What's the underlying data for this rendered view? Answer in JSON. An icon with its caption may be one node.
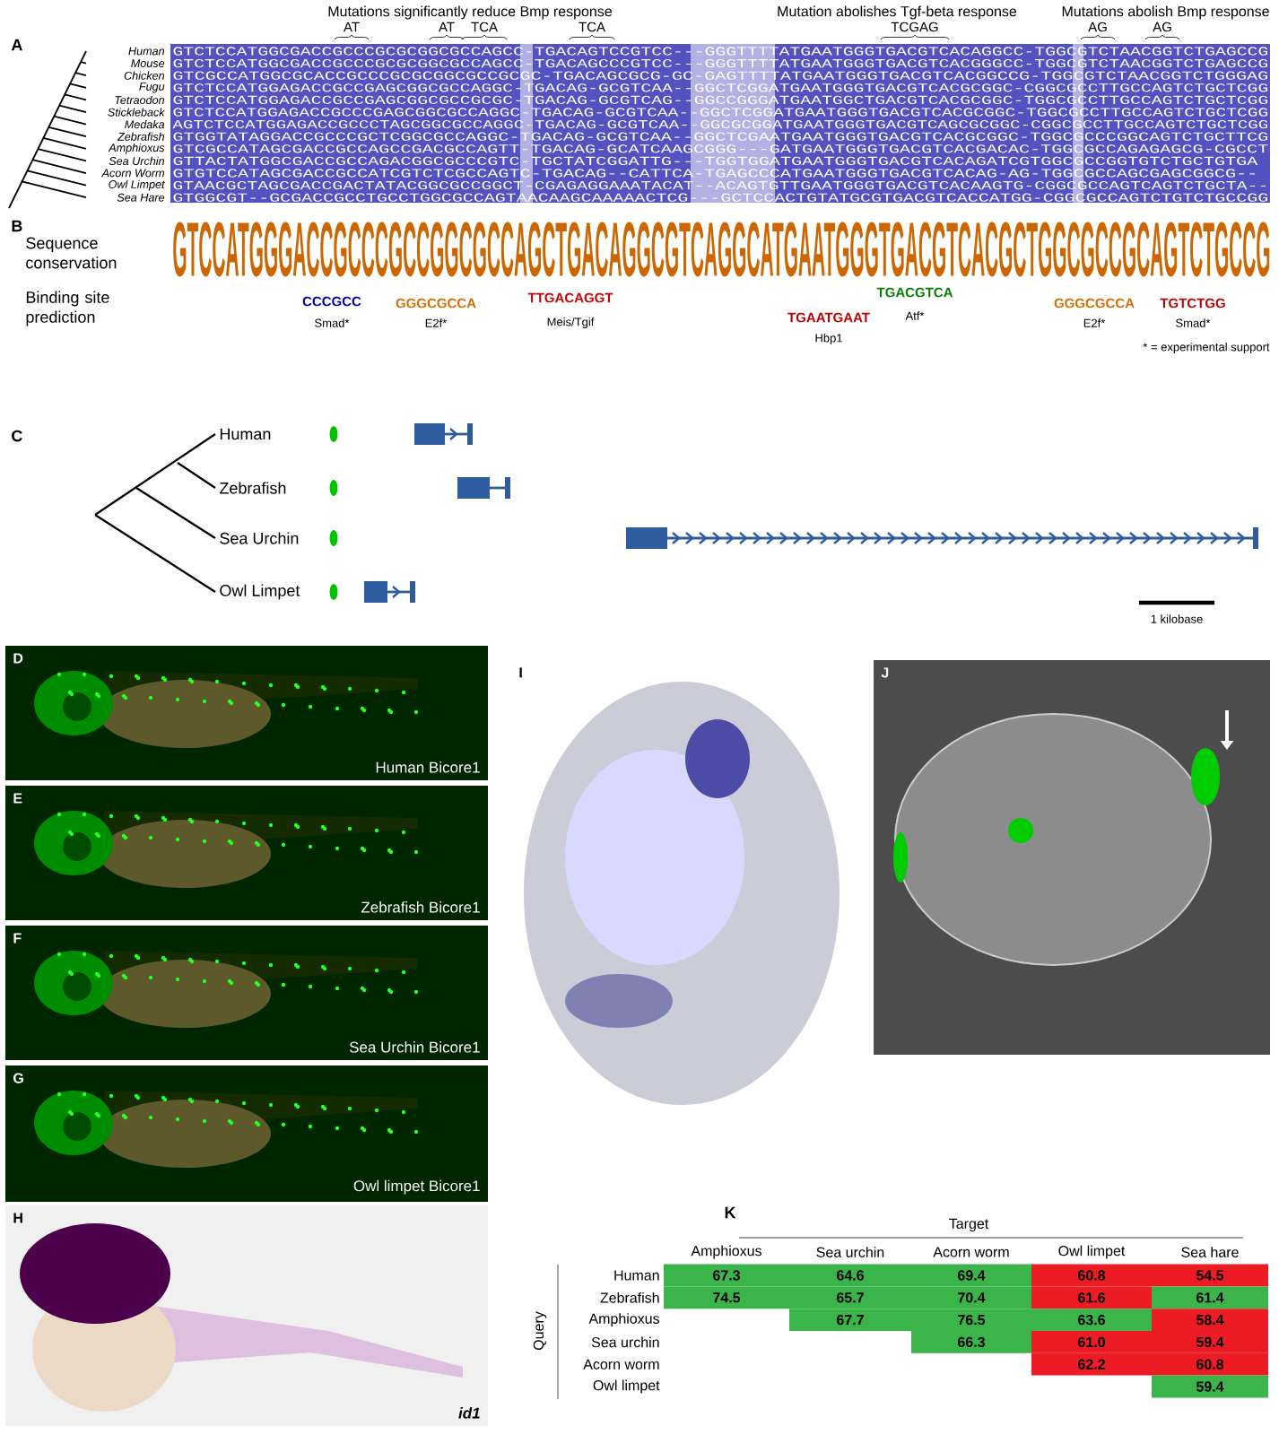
{
  "diagram": {
    "nodes": [
      {
        "text": [
          "D",
          "Human Bicore1"
        ]
      },
      {
        "text": [
          "E",
          "Zebrafish Bicore1"
        ]
      },
      {
        "text": [
          "F",
          "Sea Urchin Bicore1"
        ]
      },
      {
        "text": [
          "G",
          "Owl limpet Bicore1"
        ]
      },
      {
        "text": [
          "H",
          "id1"
        ]
      },
      {
        "text": [
          "I"
        ]
      },
      {
        "text": [
          "J"
        ]
      }
    ],
    "labels": [
      "A",
      "Mutations significantly reduce Bmp response",
      "Mutation abolishes Tgf-beta response",
      "Mutations abolish Bmp response",
      "AT",
      "AT",
      "TCA",
      "TCA",
      "TCGAG",
      "AG",
      "AG",
      "Human",
      "GTCTCCATGGCGACCGCCCGCGCGGCGCCAGCC-TGACAGTCCGTCC---GGGTTTTATGAATGGGTGACGTCACAGGCC-TGGCGTCTAACGGTCTGAGCCG",
      "Mouse",
      "GTCTCCATGGCGACCGCCCGCGCGGCGCCAGCC-TGACAGCCCGTCC---GGGTTTTATGAATGGGTGACGTCACGGGCC-TGGCGTCTAACGGTCTGAGCCG",
      "Chicken",
      "GTCGCCATGGCGCACCGCCCGCGCGGCGCCGCGC-TGACAGCGCG-GC-GAGTTTTATGAATGGGTGACGTCACGGCCG-TGGCGTCTAACGGTCTGGGAG",
      "Fugu",
      "GTCTCCATGGAGACCGCCGAGCGGCGCCAGGC-TGACAG-GCGTCAA--GGCTCGGATGAATGGGTGACGTCACGCGGC-CGGCGCCTTGCCAGTCTGCTCGG",
      "Tetraodon",
      "GTCTCCATGGAGACCGCCGAGCGGCGCCGCGC-TGACAG-GCGTCAG--GGCCGGGATGAATGGCTGACGTCACGCGGC-TGGCGCCTTGCCAGTCTGCTCGG",
      "Stickleback",
      "GTCTCCATGGAGACCGCCCGAGCGGCGCCAGGC-TGACAG-GCGTCAA--GGCTCGGATGAATGGGTGACGTCACGCGGC-TGGCGCCTTGCCAGTCTGCTCGG",
      "Medaka",
      "AGTCTCCATGGAGACCGCCCTAGCGGCGCCAGGC-TGACAG-GCGTCAA--GGCGCGGATGAATGGGTGACGTCAGCGCGGC-CGGCGCCTTGCCAGTCTGCTCGG",
      "Zebrafish",
      "GTGGTATAGGACCGCCCGCTCGGCGCCAGGC-TGACAG-GCGTCAA--GGCTCGAATGAATGGGTGACGTCACGCGGC-TGGCGCCCGGCAGTCTGCTTCG",
      "Amphioxus",
      "GTCGCCATAGCGACCGCCAGCCGACGCCAGTT-TGACAG-GCATCAAGCGGG---GATGAATGGGTGACGTCACGACAC-TGGCGCCAGAGAGCG-CGCCT",
      "Sea Urchin",
      "GTTACTATGGCGACCGCCAGACGGCGCCCGTC-TGCTATCGGATTG---TGGTGGATGAATGGGTGACGTCACAGATCGTGGCGCCGGTGTCTGCTGTGA",
      "Acorn Worm",
      "GTGTCCATAGCGACCGCCATCGTCTCGCCAGTC-TGACAG--CATTCA-TGAGCCCATGAATGGGTGACGTCACAG-AG-TGGCGCCAGCGAGCGGCG--",
      "Owl Limpet",
      "GTAACGCTAGCGACCGACTATACGGCGCCGGCT-CGAGAGGAAATACAT--ACAGTGTTGAATGGGTGACGTCACAAGTG-CGGCGCCAGTCAGTCTGCTA--",
      "Sea Hare",
      "GTGGCGT--GCGACCGCCTGCCTGGCGCCAGTAACAAGCAAAAACTCG---GCTCCACTGTATGCGTGACGTCACCATGG-CGGCGCCAGTCTGTCTGCCGG",
      "B",
      "Sequence conservation",
      "GTCCATGGGACCGCCCGCCGGCGCCAGCTGACAGGCGTCAGGCATGAATGGGTGACGTCACGCTGGCGCCGCAGTCTGCCG",
      "Binding site prediction",
      "CCCGCC",
      "Smad*",
      "GGGCGCCA",
      "E2f*",
      "TTGACAGGT",
      "Meis/Tgif",
      "TGAATGAAT",
      "Hbp1",
      "TGACGTCA",
      "Atf*",
      "GGGCGCCA",
      "E2f*",
      "TGTCTGG",
      "Smad*",
      "* = experimental support",
      "C",
      "Human",
      "Zebrafish",
      "Sea Urchin",
      "Owl Limpet",
      "1 kilobase",
      "K",
      "Target",
      "Amphioxus",
      "Sea urchin",
      "Acorn worm",
      "Owl limpet",
      "Sea hare",
      "Query",
      "Human",
      "67.3",
      "64.6",
      "69.4",
      "60.8",
      "54.5",
      "Zebrafish",
      "74.5",
      "65.7",
      "70.4",
      "61.6",
      "61.4",
      "Amphioxus",
      "67.7",
      "76.5",
      "63.6",
      "58.4",
      "Sea urchin",
      "66.3",
      "61.0",
      "59.4",
      "Acorn worm",
      "62.2",
      "60.8",
      "Owl limpet",
      "59.4"
    ]
  }
}
